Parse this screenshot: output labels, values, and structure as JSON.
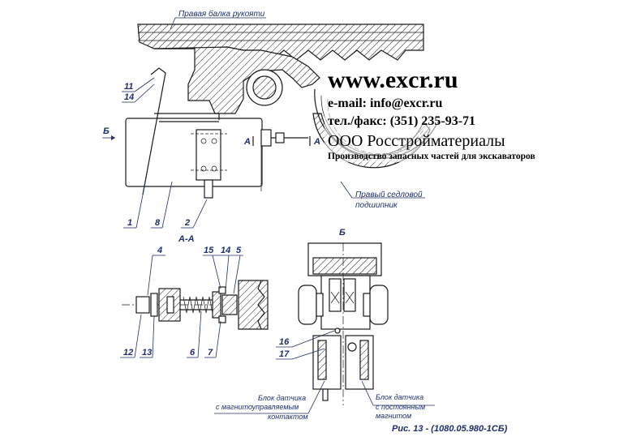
{
  "labels": {
    "beam": "Правая балка рукояти",
    "bearing_line1": "Правый седловой",
    "bearing_line2": "подшипник",
    "section_aa": "А-А",
    "view_b_arrow": "Б",
    "view_b_title": "Б",
    "section_a_left": "А",
    "section_a_right": "А",
    "sensor_left_line1": "Блок датчика",
    "sensor_left_line2": "с магнитоуправляемым",
    "sensor_left_line3": "контактом",
    "sensor_right_line1": "Блок датчика",
    "sensor_right_line2": "с постоянным",
    "sensor_right_line3": "магнитом",
    "caption": "Рис. 13 - (1080.05.980-1СБ)"
  },
  "callouts": {
    "n11": "11",
    "n14a": "14",
    "n1": "1",
    "n8": "8",
    "n2": "2",
    "n4": "4",
    "n15": "15",
    "n14b": "14",
    "n5": "5",
    "n12": "12",
    "n13": "13",
    "n6": "6",
    "n7": "7",
    "n16": "16",
    "n17": "17"
  },
  "watermark": {
    "site": "www.excr.ru",
    "email": "e-mail: info@excr.ru",
    "phone": "тел./факс: (351) 235-93-71",
    "company": "ООО Росстройматериалы",
    "tagline": "Производство запасных частей для экскаваторов"
  },
  "colors": {
    "label_blue": "#1e2f6b",
    "line": "#1a1a1a"
  }
}
